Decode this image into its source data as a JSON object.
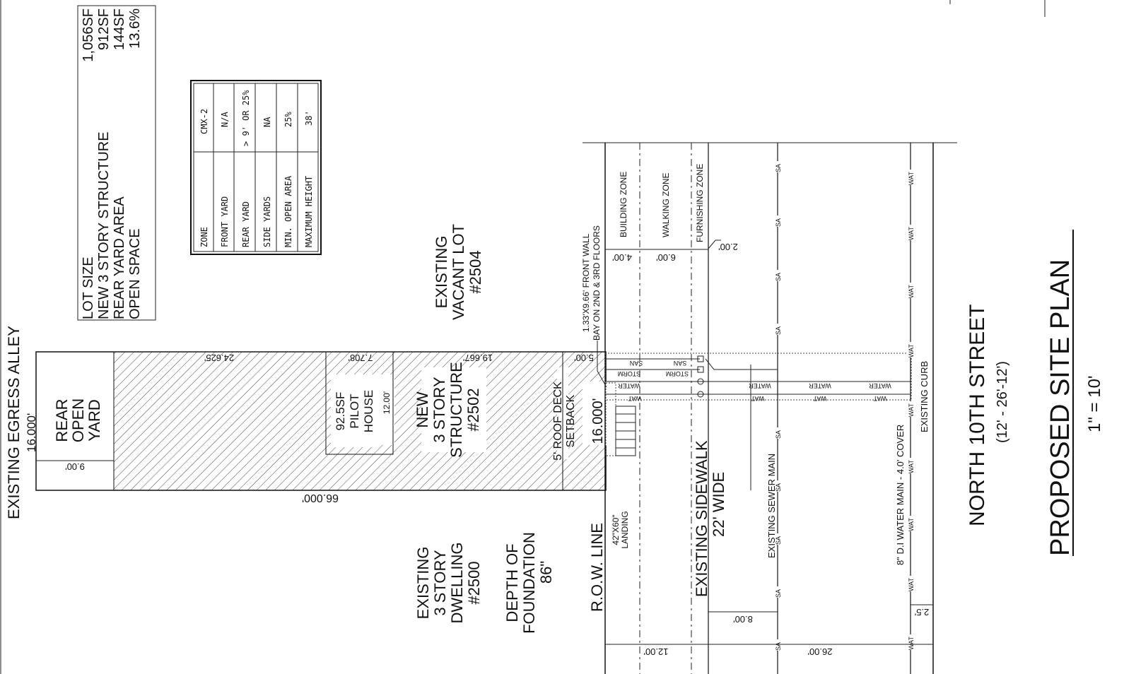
{
  "site_data": {
    "lot_size_label": "LOT SIZE",
    "lot_size_value": "1,056SF",
    "structure_label": "NEW 3 STORY STRUCTURE",
    "structure_value": "912SF",
    "rear_yard_label": "REAR YARD AREA",
    "rear_yard_value": "144SF",
    "open_space_label": "OPEN SPACE",
    "open_space_value": "13.6%"
  },
  "zoning_table": {
    "rows": [
      {
        "label": "ZONE",
        "value": "CMX-2"
      },
      {
        "label": "FRONT YARD",
        "value": "N/A"
      },
      {
        "label": "REAR YARD",
        "value": "> 9' OR 25%"
      },
      {
        "label": "SIDE YARDS",
        "value": "NA"
      },
      {
        "label": "MIN. OPEN AREA",
        "value": "25%"
      },
      {
        "label": "MAXIMUM HEIGHT",
        "value": "38'"
      }
    ]
  },
  "labels": {
    "alley_1": "EXISTING EGRESS ALLEY",
    "alley_2": "16.000'",
    "rear_1": "REAR",
    "rear_2": "OPEN",
    "rear_3": "YARD",
    "rear_dim": "9.00'",
    "lot_length": "66.000'",
    "rear_yard_len": "24.625'",
    "pilot_len": "7.708'",
    "structure_len": "19.667'",
    "deck_len": "5.00'",
    "pilot_1": "92.5SF",
    "pilot_2": "PILOT",
    "pilot_3": "HOUSE",
    "pilot_dim": "12.00'",
    "new_1": "NEW",
    "new_2": "3 STORY",
    "new_3": "STRUCTURE",
    "new_4": "#2502",
    "deck_1": "5' ROOF DECK",
    "deck_2": "SETBACK",
    "lot_width": "16.000'",
    "vacant_1": "EXISTING",
    "vacant_2": "VACANT LOT",
    "vacant_3": "#2504",
    "bay_1": "1.33'X9.66' FRONT WALL",
    "bay_2": "BAY ON 2ND & 3RD FLOORS",
    "dwelling_1": "EXISTING",
    "dwelling_2": "3 STORY",
    "dwelling_3": "DWELLING",
    "dwelling_4": "#2500",
    "foundation_1": "DEPTH OF",
    "foundation_2": "FOUNDATION",
    "foundation_3": "86\"",
    "row_line": "R.O.W. LINE",
    "landing_1": "42\"X60\"",
    "landing_2": "LANDING",
    "building_zone": "BUILDING ZONE",
    "walking_zone": "WALKING ZONE",
    "furnishing_zone": "FURNISHING ZONE",
    "dim_4": "4.00'",
    "dim_6": "6.00'",
    "dim_2": "2.00'",
    "sidewalk_1": "EXISTING SIDEWALK",
    "sidewalk_2": "22' WIDE",
    "sewer_main": "EXISTING SEWER MAIN",
    "water_main": "8\" D.I WATER MAIN - 4.0' COVER",
    "curb": "EXISTING CURB",
    "dim_8": "8.00'",
    "dim_12": "12.00'",
    "dim_26": "26.00'",
    "dim_25": "2.5'",
    "street_1": "NORTH 10TH STREET",
    "street_2": "(12' - 26'-12')",
    "title": "PROPOSED SITE PLAN",
    "scale": "1\" = 10'",
    "util_sa": "SA",
    "util_wat": "WAT",
    "util_san": "SAN",
    "util_storm": "STORM",
    "util_water": "WATER"
  }
}
